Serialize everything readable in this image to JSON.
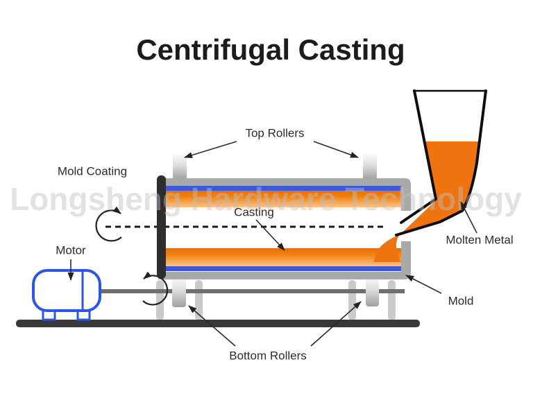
{
  "title": "Centrifugal Casting",
  "watermark": "Longsheng Hardware Technology",
  "labels": {
    "top_rollers": "Top Rollers",
    "mold_coating": "Mold Coating",
    "casting": "Casting",
    "motor": "Motor",
    "molten_metal": "Molten Metal",
    "mold": "Mold",
    "bottom_rollers": "Bottom Rollers"
  },
  "colors": {
    "molten_orange": "#ee7711",
    "molten_orange_light": "#fdc28a",
    "coating_blue": "#3d58d8",
    "mold_gray": "#a9a9a9",
    "end_cap_dark": "#2e2e2e",
    "motor_blue": "#2b55e6",
    "shaft_gray": "#6e6e6e",
    "post_gray": "#cacaca",
    "base_dark": "#383838",
    "label_text": "#2b2b2b",
    "title_text": "#1c1c1c"
  }
}
